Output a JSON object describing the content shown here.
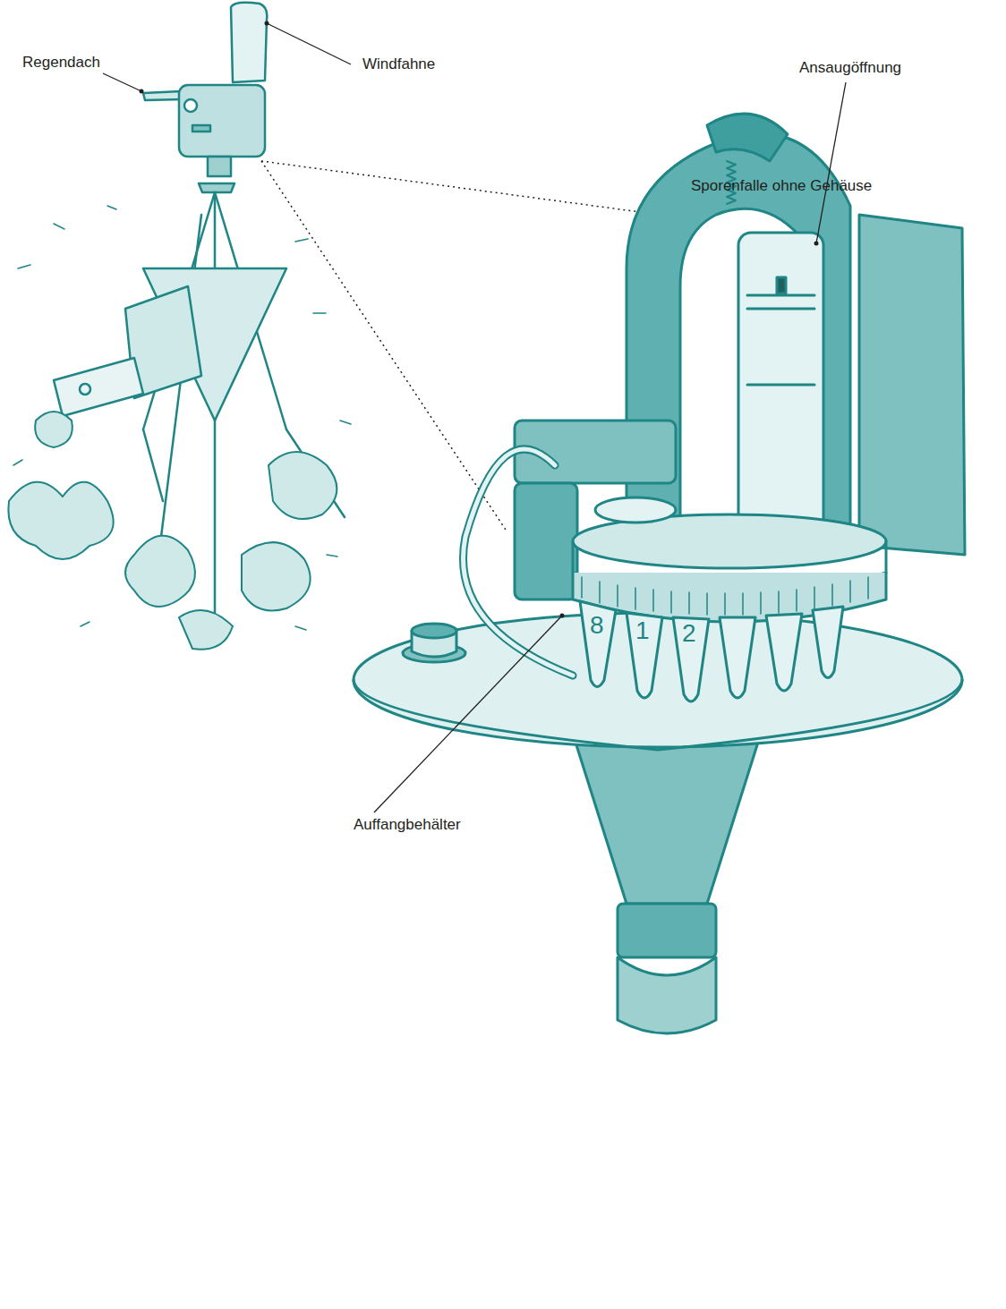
{
  "diagram": {
    "labels": [
      "Regendach",
      "Windfahne",
      "Sporenfalle ohne Gehäuse",
      "Ansaugöffnung",
      "8",
      "1",
      "2",
      "Auffangbehälter"
    ]
  }
}
